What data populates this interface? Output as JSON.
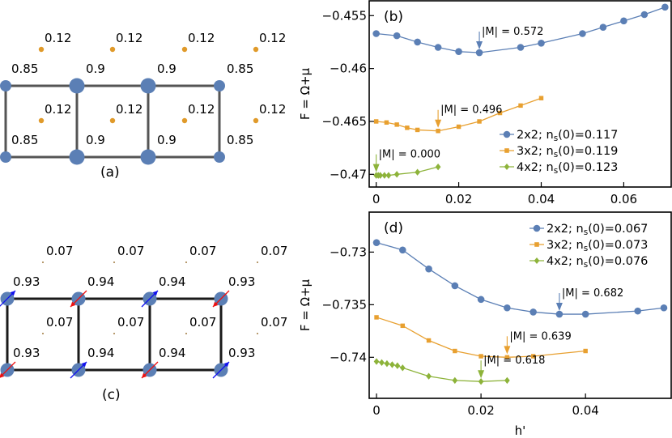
{
  "panels": {
    "a": {
      "label": "(a)",
      "site_values_top": [
        "0.85",
        "0.9",
        "0.9",
        "0.85"
      ],
      "site_values_bottom": [
        "0.85",
        "0.9",
        "0.9",
        "0.85"
      ],
      "impurity_values_top": [
        "0.12",
        "0.12",
        "0.12",
        "0.12"
      ],
      "impurity_values_middle": [
        "0.12",
        "0.12",
        "0.12",
        "0.12"
      ],
      "site_color": "#5b7fb5",
      "impurity_color": "#e09a2a",
      "bond_color": "#555555"
    },
    "c": {
      "label": "(c)",
      "site_values_top": [
        "0.93",
        "0.94",
        "0.94",
        "0.93"
      ],
      "site_values_bottom": [
        "0.93",
        "0.94",
        "0.94",
        "0.93"
      ],
      "impurity_values_top": [
        "0.07",
        "0.07",
        "0.07",
        "0.07"
      ],
      "impurity_values_middle": [
        "0.07",
        "0.07",
        "0.07",
        "0.07"
      ],
      "spins_top": [
        "up",
        "down",
        "up",
        "down"
      ],
      "spins_bottom": [
        "down",
        "up",
        "down",
        "up"
      ],
      "spin_up_color": "#1010ee",
      "spin_down_color": "#ee1010",
      "bond_color": "#1a1a1a"
    }
  },
  "chart_data": [
    {
      "id": "b",
      "panel_label": "(b)",
      "type": "line",
      "title": "",
      "xlabel": "",
      "ylabel": "F = Ω+μ",
      "xlim": [
        -0.0017,
        0.0715
      ],
      "ylim": [
        -0.4712,
        -0.4536
      ],
      "xticks": [
        0,
        0.02,
        0.04,
        0.06
      ],
      "xtick_labels": [
        "0",
        "0.02",
        "0.04",
        "0.06"
      ],
      "yticks": [
        -0.455,
        -0.46,
        -0.465,
        -0.47
      ],
      "ytick_labels": [
        "−0.455",
        "−0.46",
        "−0.465",
        "−0.47"
      ],
      "grid": false,
      "legend_position": "lower right",
      "series": [
        {
          "name": "2x2; n_s(0)=0.117",
          "legend_prefix": "2x2; n",
          "legend_sub": "s",
          "legend_suffix": "(0)=0.117",
          "color": "#5b7fb5",
          "marker": "circle",
          "x": [
            0,
            0.005,
            0.01,
            0.015,
            0.02,
            0.025,
            0.035,
            0.04,
            0.05,
            0.055,
            0.06,
            0.065,
            0.07
          ],
          "y": [
            -0.4567,
            -0.4569,
            -0.4575,
            -0.458,
            -0.4584,
            -0.4585,
            -0.458,
            -0.4576,
            -0.4567,
            -0.4561,
            -0.4555,
            -0.4549,
            -0.4542
          ],
          "annotation": {
            "text": "|M| = 0.572",
            "x": 0.025,
            "y": -0.4585
          }
        },
        {
          "name": "3x2; n_s(0)=0.119",
          "legend_prefix": "3x2; n",
          "legend_sub": "s",
          "legend_suffix": "(0)=0.119",
          "color": "#e8a030",
          "marker": "square",
          "x": [
            0,
            0.0025,
            0.005,
            0.0075,
            0.01,
            0.015,
            0.02,
            0.025,
            0.03,
            0.035,
            0.04
          ],
          "y": [
            -0.465,
            -0.4651,
            -0.4653,
            -0.4656,
            -0.4658,
            -0.4659,
            -0.4655,
            -0.465,
            -0.4642,
            -0.4635,
            -0.4628
          ],
          "annotation": {
            "text": "|M| = 0.496",
            "x": 0.015,
            "y": -0.4659
          }
        },
        {
          "name": "4x2; n_s(0)=0.123",
          "legend_prefix": "4x2; n",
          "legend_sub": "s",
          "legend_suffix": "(0)=0.123",
          "color": "#8db33a",
          "marker": "diamond",
          "x": [
            0,
            0.0005,
            0.001,
            0.002,
            0.003,
            0.005,
            0.01,
            0.015
          ],
          "y": [
            -0.4701,
            -0.4701,
            -0.4701,
            -0.4701,
            -0.4701,
            -0.47,
            -0.4698,
            -0.4693
          ],
          "annotation": {
            "text": "|M| = 0.000",
            "x": 0,
            "y": -0.4701
          }
        }
      ]
    },
    {
      "id": "d",
      "panel_label": "(d)",
      "type": "line",
      "title": "",
      "xlabel": "h'",
      "ylabel": "F = Ω+μ",
      "xlim": [
        -0.0014,
        0.0564
      ],
      "ylim": [
        -0.7439,
        -0.7262
      ],
      "xticks": [
        0,
        0.02,
        0.04
      ],
      "xtick_labels": [
        "0",
        "0.02",
        "0.04"
      ],
      "yticks": [
        -0.73,
        -0.735,
        -0.74
      ],
      "ytick_labels": [
        "−0.73",
        "−0.735",
        "−0.74"
      ],
      "grid": false,
      "legend_position": "upper right",
      "series": [
        {
          "name": "2x2; n_s(0)=0.067",
          "legend_prefix": "2x2; n",
          "legend_sub": "s",
          "legend_suffix": "(0)=0.067",
          "color": "#5b7fb5",
          "marker": "circle",
          "x": [
            0,
            0.005,
            0.01,
            0.015,
            0.02,
            0.025,
            0.03,
            0.035,
            0.04,
            0.05,
            0.055
          ],
          "y": [
            -0.7291,
            -0.7298,
            -0.7316,
            -0.7332,
            -0.7345,
            -0.7353,
            -0.7357,
            -0.7359,
            -0.7359,
            -0.7356,
            -0.7353
          ],
          "annotation": {
            "text": "|M| = 0.682",
            "x": 0.035,
            "y": -0.7359
          }
        },
        {
          "name": "3x2; n_s(0)=0.073",
          "legend_prefix": "3x2; n",
          "legend_sub": "s",
          "legend_suffix": "(0)=0.073",
          "color": "#e8a030",
          "marker": "square",
          "x": [
            0,
            0.005,
            0.01,
            0.015,
            0.02,
            0.025,
            0.03,
            0.04
          ],
          "y": [
            -0.7362,
            -0.737,
            -0.7384,
            -0.7394,
            -0.7399,
            -0.74,
            -0.7399,
            -0.7394
          ],
          "annotation": {
            "text": "|M| = 0.639",
            "x": 0.025,
            "y": -0.74
          }
        },
        {
          "name": "4x2; n_s(0)=0.076",
          "legend_prefix": "4x2; n",
          "legend_sub": "s",
          "legend_suffix": "(0)=0.076",
          "color": "#8db33a",
          "marker": "diamond",
          "x": [
            0,
            0.001,
            0.002,
            0.003,
            0.004,
            0.005,
            0.01,
            0.015,
            0.02,
            0.025
          ],
          "y": [
            -0.7404,
            -0.7405,
            -0.7406,
            -0.7407,
            -0.7408,
            -0.741,
            -0.7418,
            -0.7422,
            -0.7423,
            -0.7422
          ],
          "annotation": {
            "text": "|M| = 0.618",
            "x": 0.02,
            "y": -0.7423
          }
        }
      ]
    }
  ]
}
